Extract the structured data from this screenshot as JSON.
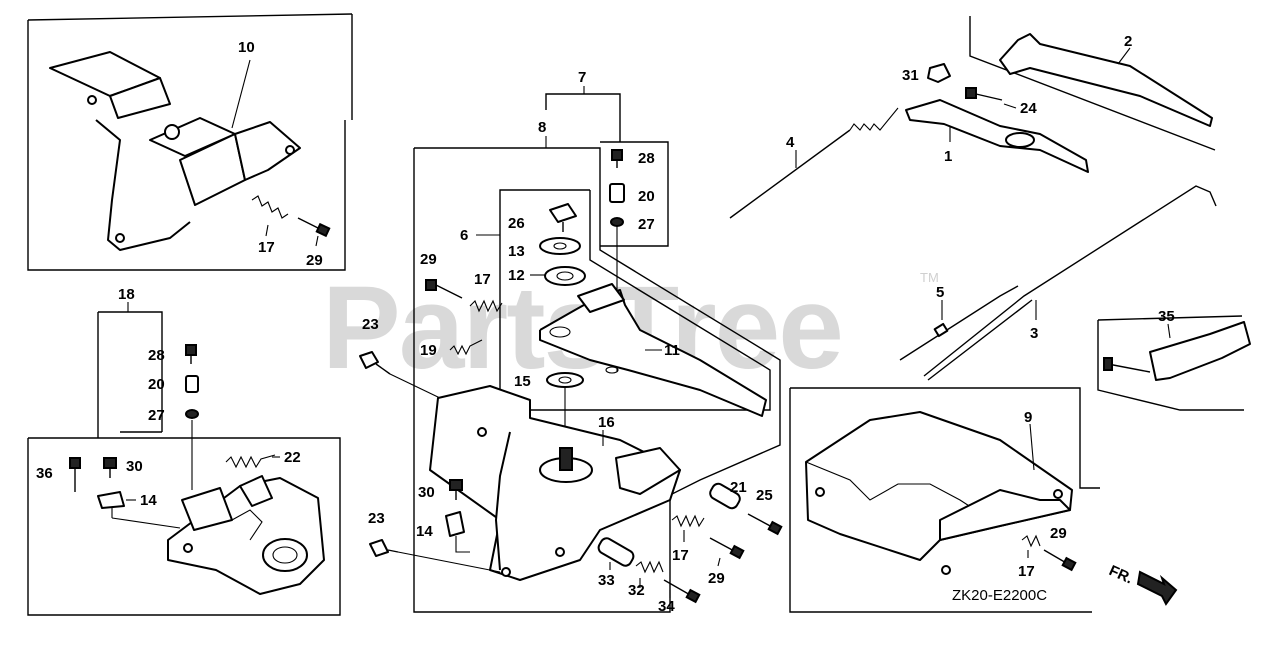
{
  "watermark": {
    "text": "PartsTree",
    "trademark": "TM"
  },
  "diagram_code": "ZK20-E2200C",
  "direction_label": "FR.",
  "callouts": {
    "n1": "1",
    "n2": "2",
    "n3": "3",
    "n4": "4",
    "n5": "5",
    "n6": "6",
    "n7": "7",
    "n8": "8",
    "n9": "9",
    "n10": "10",
    "n11": "11",
    "n12": "12",
    "n13": "13",
    "n14a": "14",
    "n14b": "14",
    "n15": "15",
    "n16": "16",
    "n17a": "17",
    "n17b": "17",
    "n17c": "17",
    "n17d": "17",
    "n18": "18",
    "n19": "19",
    "n20a": "20",
    "n20b": "20",
    "n21": "21",
    "n22": "22",
    "n23a": "23",
    "n23b": "23",
    "n24": "24",
    "n25": "25",
    "n26": "26",
    "n27a": "27",
    "n27b": "27",
    "n28a": "28",
    "n28b": "28",
    "n29a": "29",
    "n29b": "29",
    "n29c": "29",
    "n29d": "29",
    "n30a": "30",
    "n30b": "30",
    "n31": "31",
    "n32": "32",
    "n33": "33",
    "n34": "34",
    "n35": "35",
    "n36": "36"
  }
}
